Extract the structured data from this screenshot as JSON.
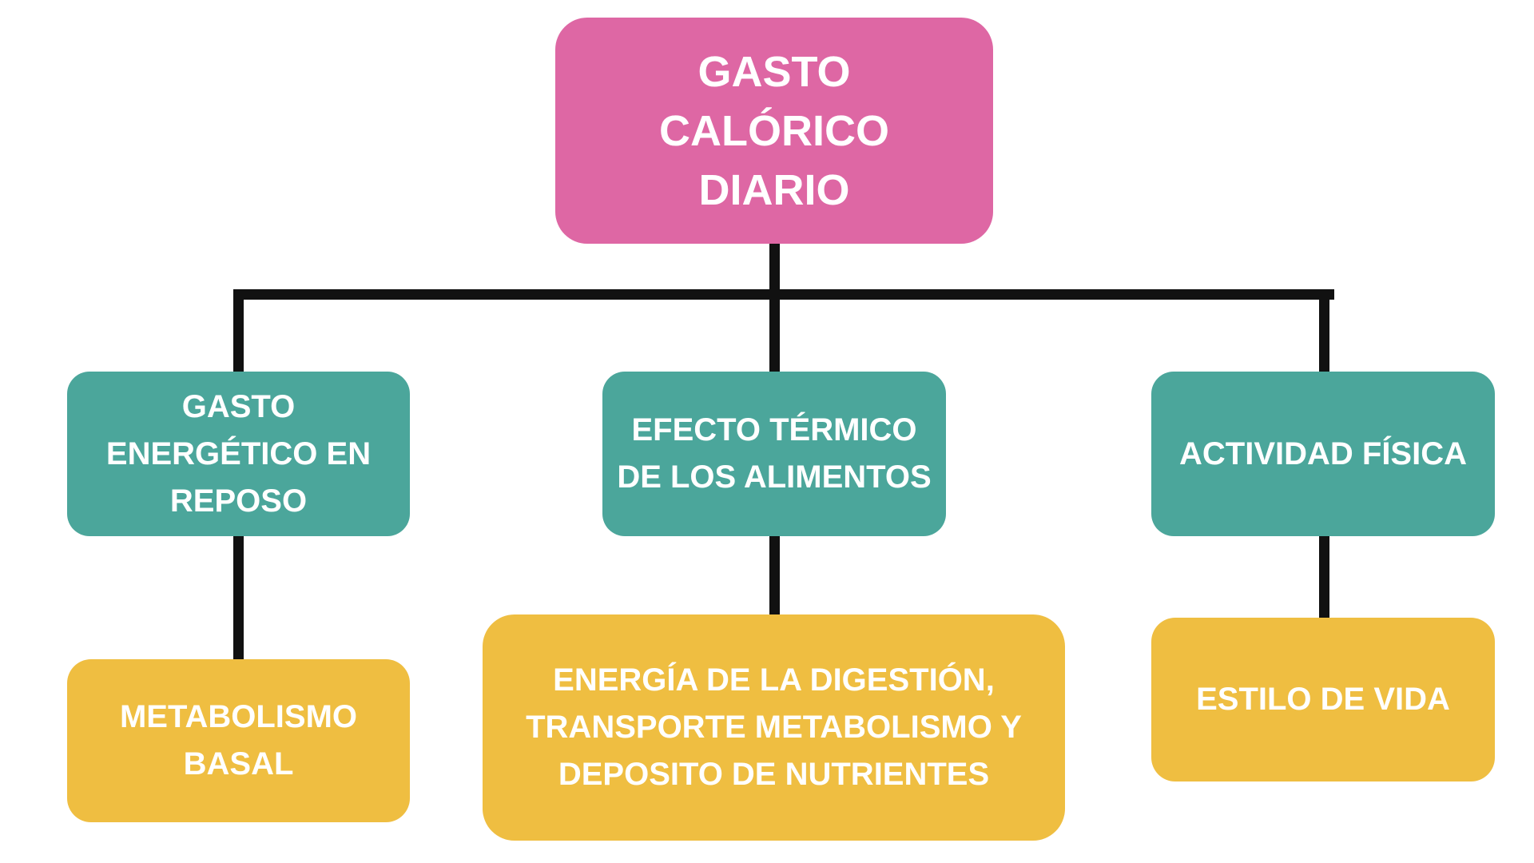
{
  "colors": {
    "root": "#DE67A4",
    "level1": "#4BA69B",
    "level2": "#EFBE41",
    "connector": "#111111"
  },
  "root": {
    "label": "GASTO CALÓRICO DIARIO"
  },
  "level1": [
    {
      "label": "GASTO ENERGÉTICO EN REPOSO"
    },
    {
      "label": "EFECTO TÉRMICO DE LOS ALIMENTOS"
    },
    {
      "label": "ACTIVIDAD FÍSICA"
    }
  ],
  "level2": [
    {
      "label": "METABOLISMO BASAL"
    },
    {
      "label": "ENERGÍA DE LA DIGESTIÓN, TRANSPORTE METABOLISMO Y DEPOSITO DE NUTRIENTES"
    },
    {
      "label": "ESTILO DE VIDA"
    }
  ]
}
